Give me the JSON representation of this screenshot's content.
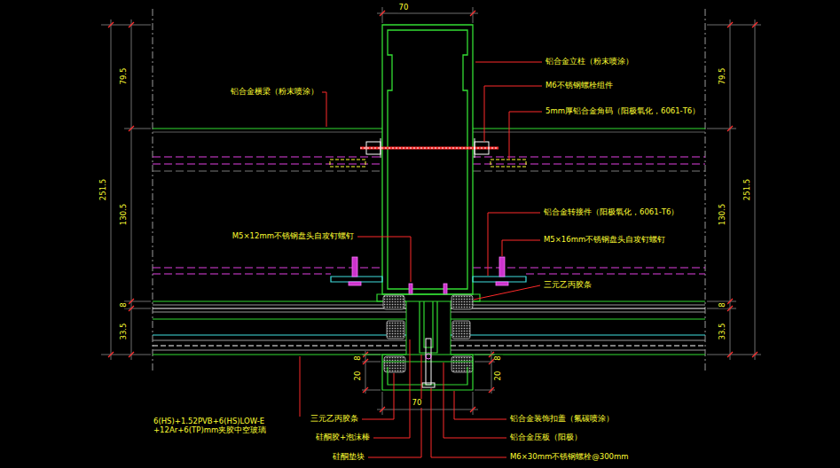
{
  "diagram": {
    "labels": [
      "70",
      "79.5",
      "251.5",
      "130.5",
      "8",
      "33.5",
      "79.5",
      "251.5",
      "130.5",
      "8",
      "33.5",
      "8",
      "20",
      "8",
      "20",
      "70",
      "铝合金立柱（粉末喷涂）",
      "铝合金横梁（粉末喷涂）",
      "M6不锈钢螺栓组件",
      "5mm厚铝合金角码（阳极氧化，6061-T6）",
      "铝合金转接件（阳极氧化，6061-T6）",
      "M5×12mm不锈钢盘头自攻钉螺钉",
      "M5×16mm不锈钢盘头自攻钉螺钉",
      "三元乙丙胶条",
      "6(HS)+1.52PVB+6(HS)LOW-E +12Ar+6(TP)mm夹胶中空玻璃",
      "三元乙丙胶条",
      "硅酮胶+泡沫棒",
      "硅酮垫块",
      "铝合金装饰扣盖（氟碳喷涂）",
      "铝合金压板（阳极）",
      "M6×30mm不锈钢螺栓@300mm"
    ]
  }
}
